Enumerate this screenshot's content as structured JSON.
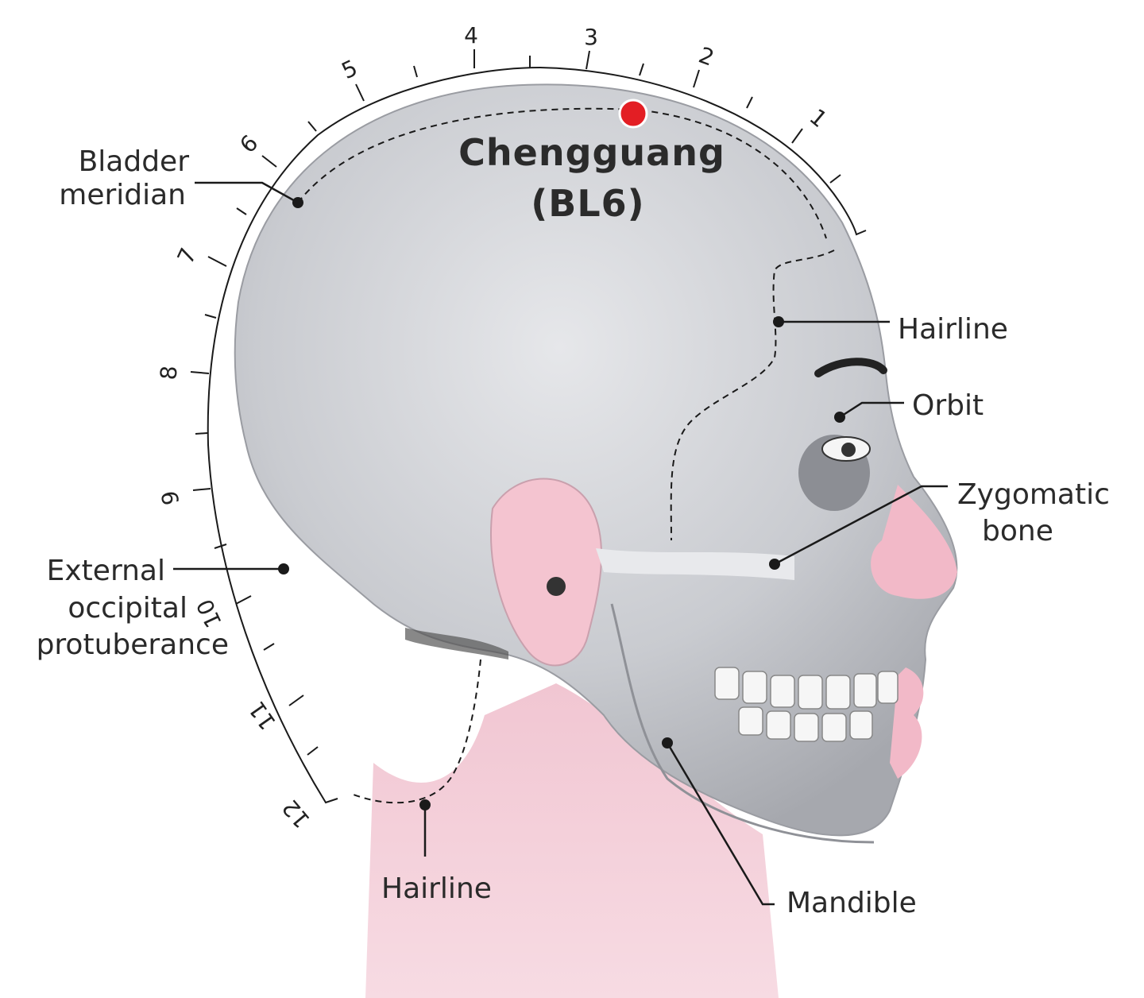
{
  "point": {
    "name": "Chengguang",
    "code": "(BL6)",
    "color": "#e31e24"
  },
  "scale": {
    "top_ticks": [
      "4",
      "3",
      "2",
      "1",
      "5",
      "6"
    ],
    "back_ticks": [
      "7",
      "8",
      "9",
      "10",
      "11",
      "12"
    ]
  },
  "labels": {
    "bladder_1": "Bladder",
    "bladder_2": "meridian",
    "hairline_front": "Hairline",
    "orbit": "Orbit",
    "zygomatic_1": "Zygomatic",
    "zygomatic_2": "bone",
    "eop_1": "External",
    "eop_2": "occipital",
    "eop_3": "protuberance",
    "hairline_back": "Hairline",
    "mandible": "Mandible"
  },
  "colors": {
    "skin_pink": "#f4cfd9",
    "skull_gray": "#c9cbd0",
    "outline": "#1a1a1a"
  }
}
